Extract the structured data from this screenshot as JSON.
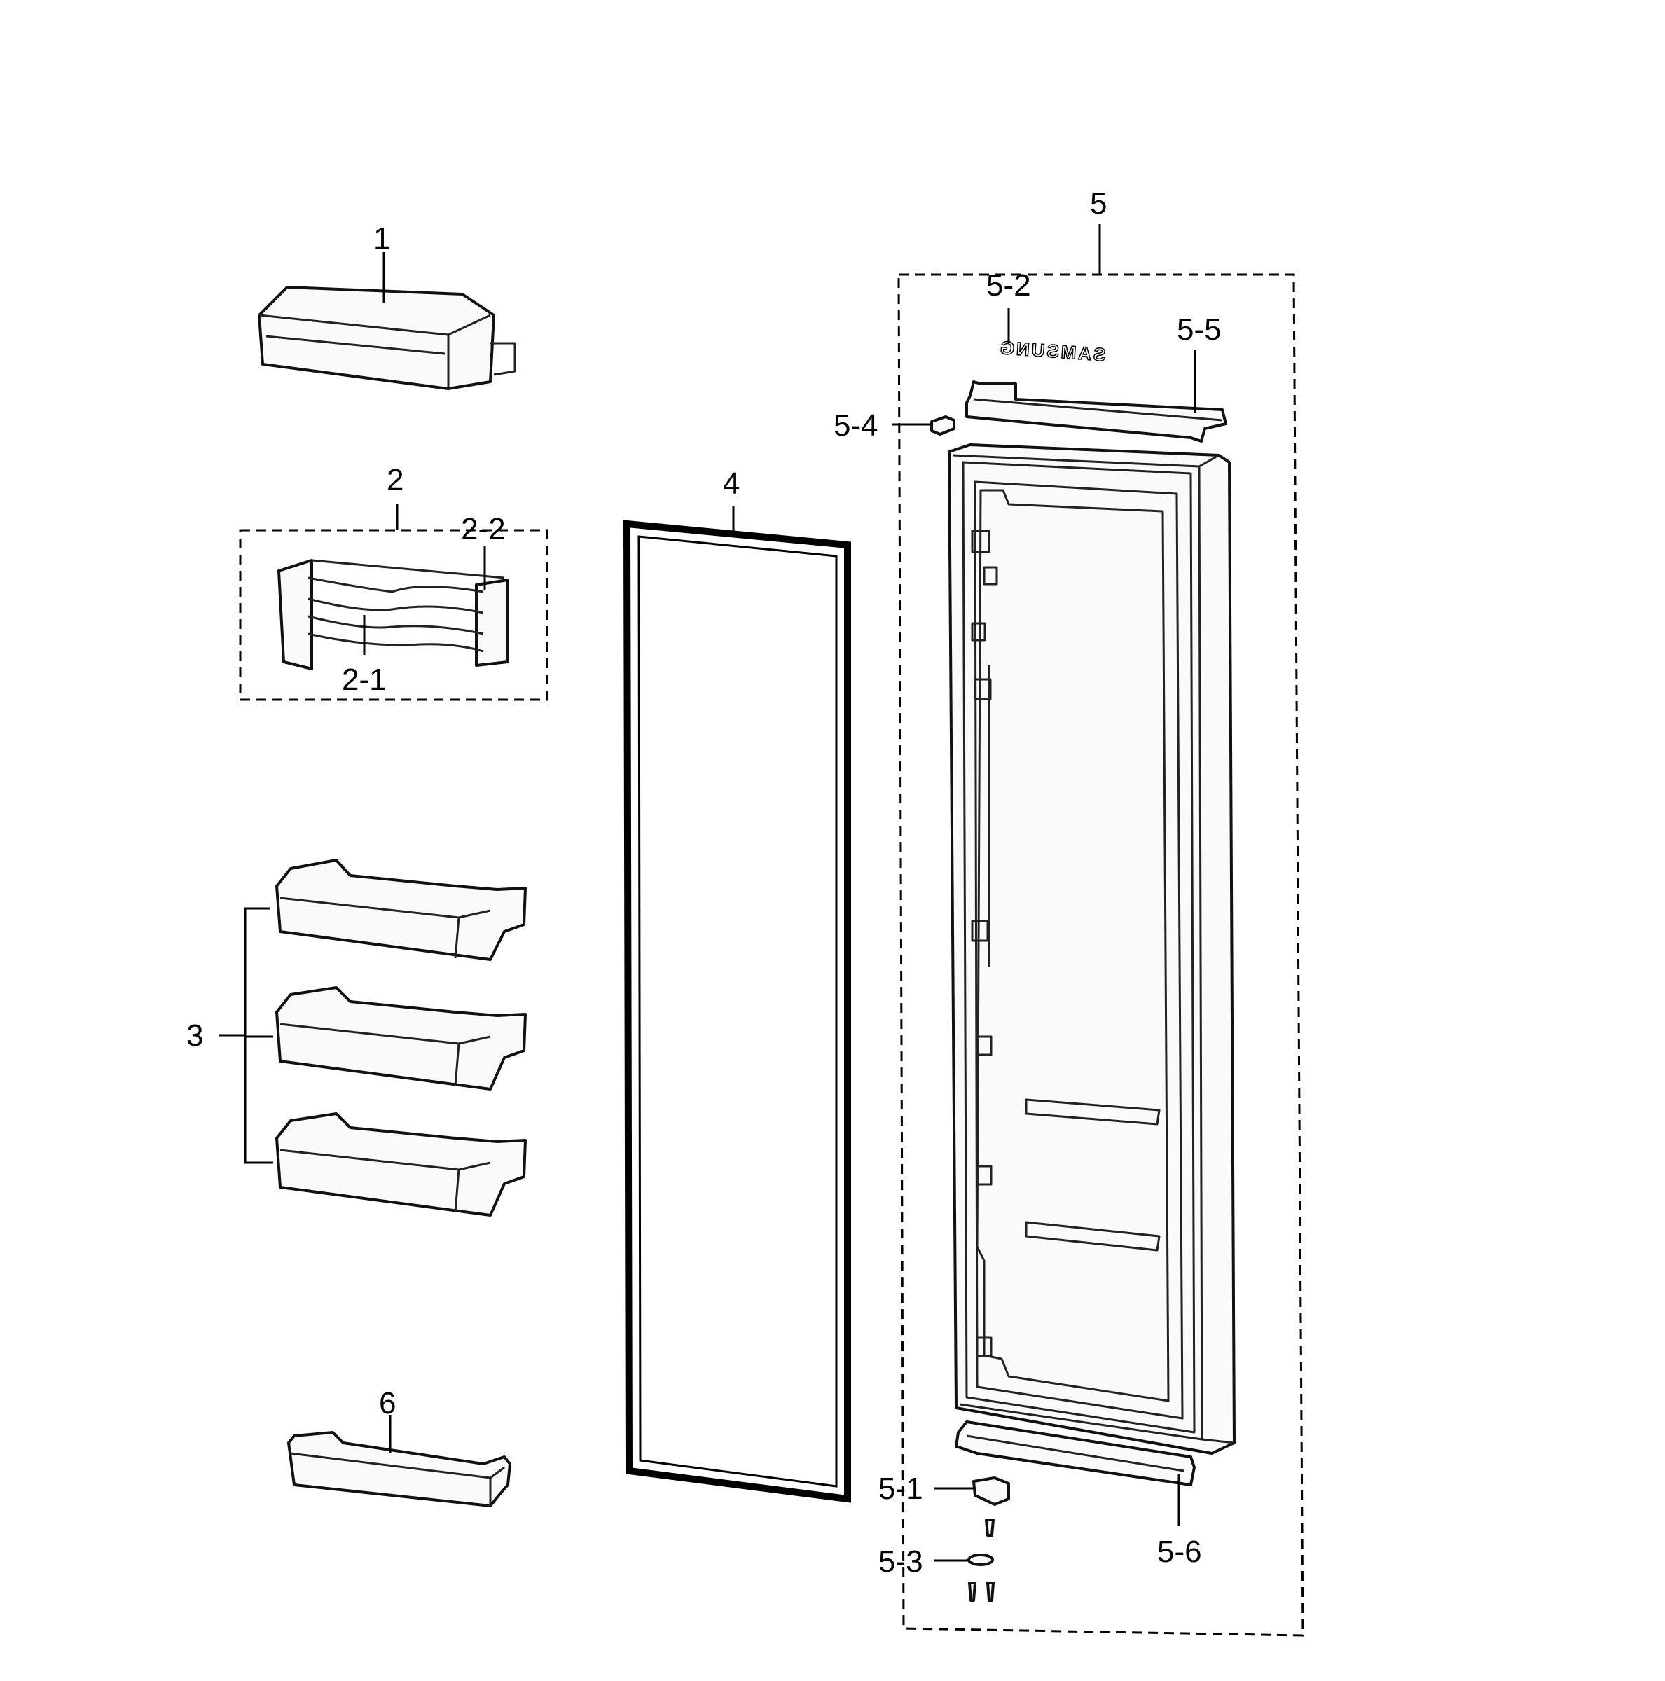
{
  "labels": {
    "p1": "1",
    "p2": "2",
    "p2_1": "2-1",
    "p2_2": "2-2",
    "p3": "3",
    "p4": "4",
    "p5": "5",
    "p5_1": "5-1",
    "p5_2": "5-2",
    "p5_3": "5-3",
    "p5_4": "5-4",
    "p5_5": "5-5",
    "p5_6": "5-6",
    "p6": "6"
  },
  "logo_text": "SAMSUNG",
  "colors": {
    "line": "#000000",
    "background": "#ffffff"
  }
}
